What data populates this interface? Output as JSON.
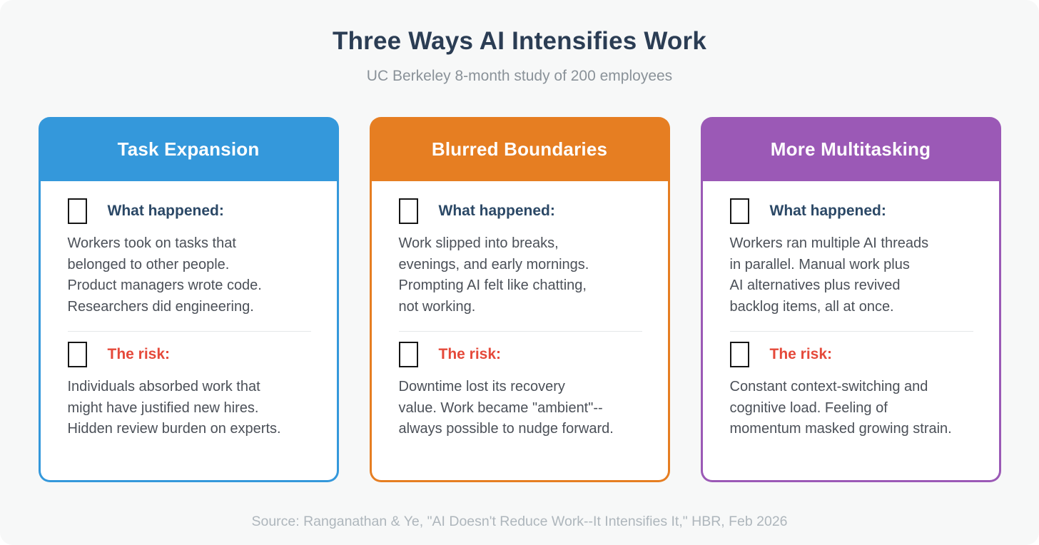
{
  "page": {
    "title": "Three Ways AI Intensifies Work",
    "subtitle": "UC Berkeley 8-month study of 200 employees",
    "footer": "Source: Ranganathan & Ye, \"AI Doesn't Reduce Work--It Intensifies It,\" HBR, Feb 2026"
  },
  "labels": {
    "what_happened": "What happened:",
    "the_risk": "The risk:"
  },
  "colors": {
    "title_navy": "#2b3d54",
    "heading_navy": "#2b4866",
    "risk_red": "#e5493a",
    "body_text": "#4b5058",
    "background": "#f7f8f8",
    "card_blue": "#3498db",
    "card_orange": "#e67e22",
    "card_purple": "#9b59b6"
  },
  "icons": {
    "section_marker": "missing-glyph-box"
  },
  "cards": [
    {
      "title": "Task Expansion",
      "accent": "#3498db",
      "what_happened_lines": [
        "Workers took on tasks that",
        "belonged to other people.",
        "Product managers wrote code.",
        "Researchers did engineering."
      ],
      "risk_lines": [
        "Individuals absorbed work that",
        "might have justified new hires.",
        "Hidden review burden on experts."
      ]
    },
    {
      "title": "Blurred Boundaries",
      "accent": "#e67e22",
      "what_happened_lines": [
        "Work slipped into breaks,",
        "evenings, and early mornings.",
        "Prompting AI felt like chatting,",
        "not working."
      ],
      "risk_lines": [
        "Downtime lost its recovery",
        "value. Work became \"ambient\"--",
        "always possible to nudge forward."
      ]
    },
    {
      "title": "More Multitasking",
      "accent": "#9b59b6",
      "what_happened_lines": [
        "Workers ran multiple AI threads",
        "in parallel. Manual work plus",
        "AI alternatives plus revived",
        "backlog items, all at once."
      ],
      "risk_lines": [
        "Constant context-switching and",
        "cognitive load. Feeling of",
        "momentum masked growing strain."
      ]
    }
  ]
}
